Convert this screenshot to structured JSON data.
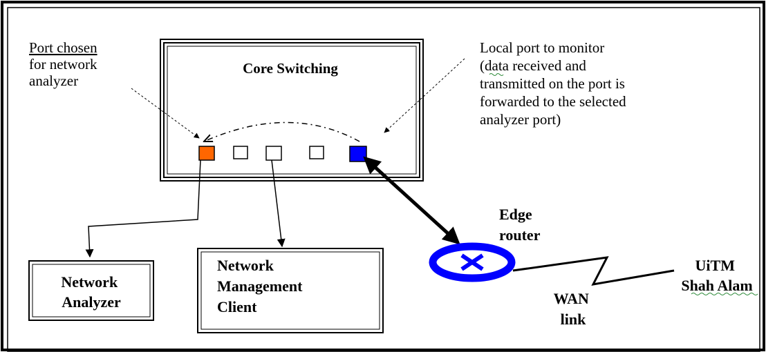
{
  "labels": {
    "port_chosen": [
      "Port chosen",
      "for network",
      "analyzer"
    ],
    "core_switching": "Core Switching",
    "local_port": [
      "Local port to monitor",
      "(data received and",
      "transmitted on the port is",
      "forwarded to the selected",
      "analyzer port)"
    ],
    "edge_router": [
      "Edge",
      "router"
    ],
    "network_analyzer": [
      "Network",
      "Analyzer"
    ],
    "network_management_client": [
      "Network",
      "Management",
      "Client"
    ],
    "wan_link": [
      "WAN",
      "link"
    ],
    "uitm": [
      "UiTM",
      "Shah Alam"
    ]
  },
  "colors": {
    "analyzer_port": "#ff6600",
    "monitored_port": "#0000ff",
    "router": "#0000ff",
    "line": "#000000",
    "spellcheck_underline": "#2e8b3a"
  },
  "icons": {
    "router": "router-icon",
    "port": "port-icon"
  }
}
